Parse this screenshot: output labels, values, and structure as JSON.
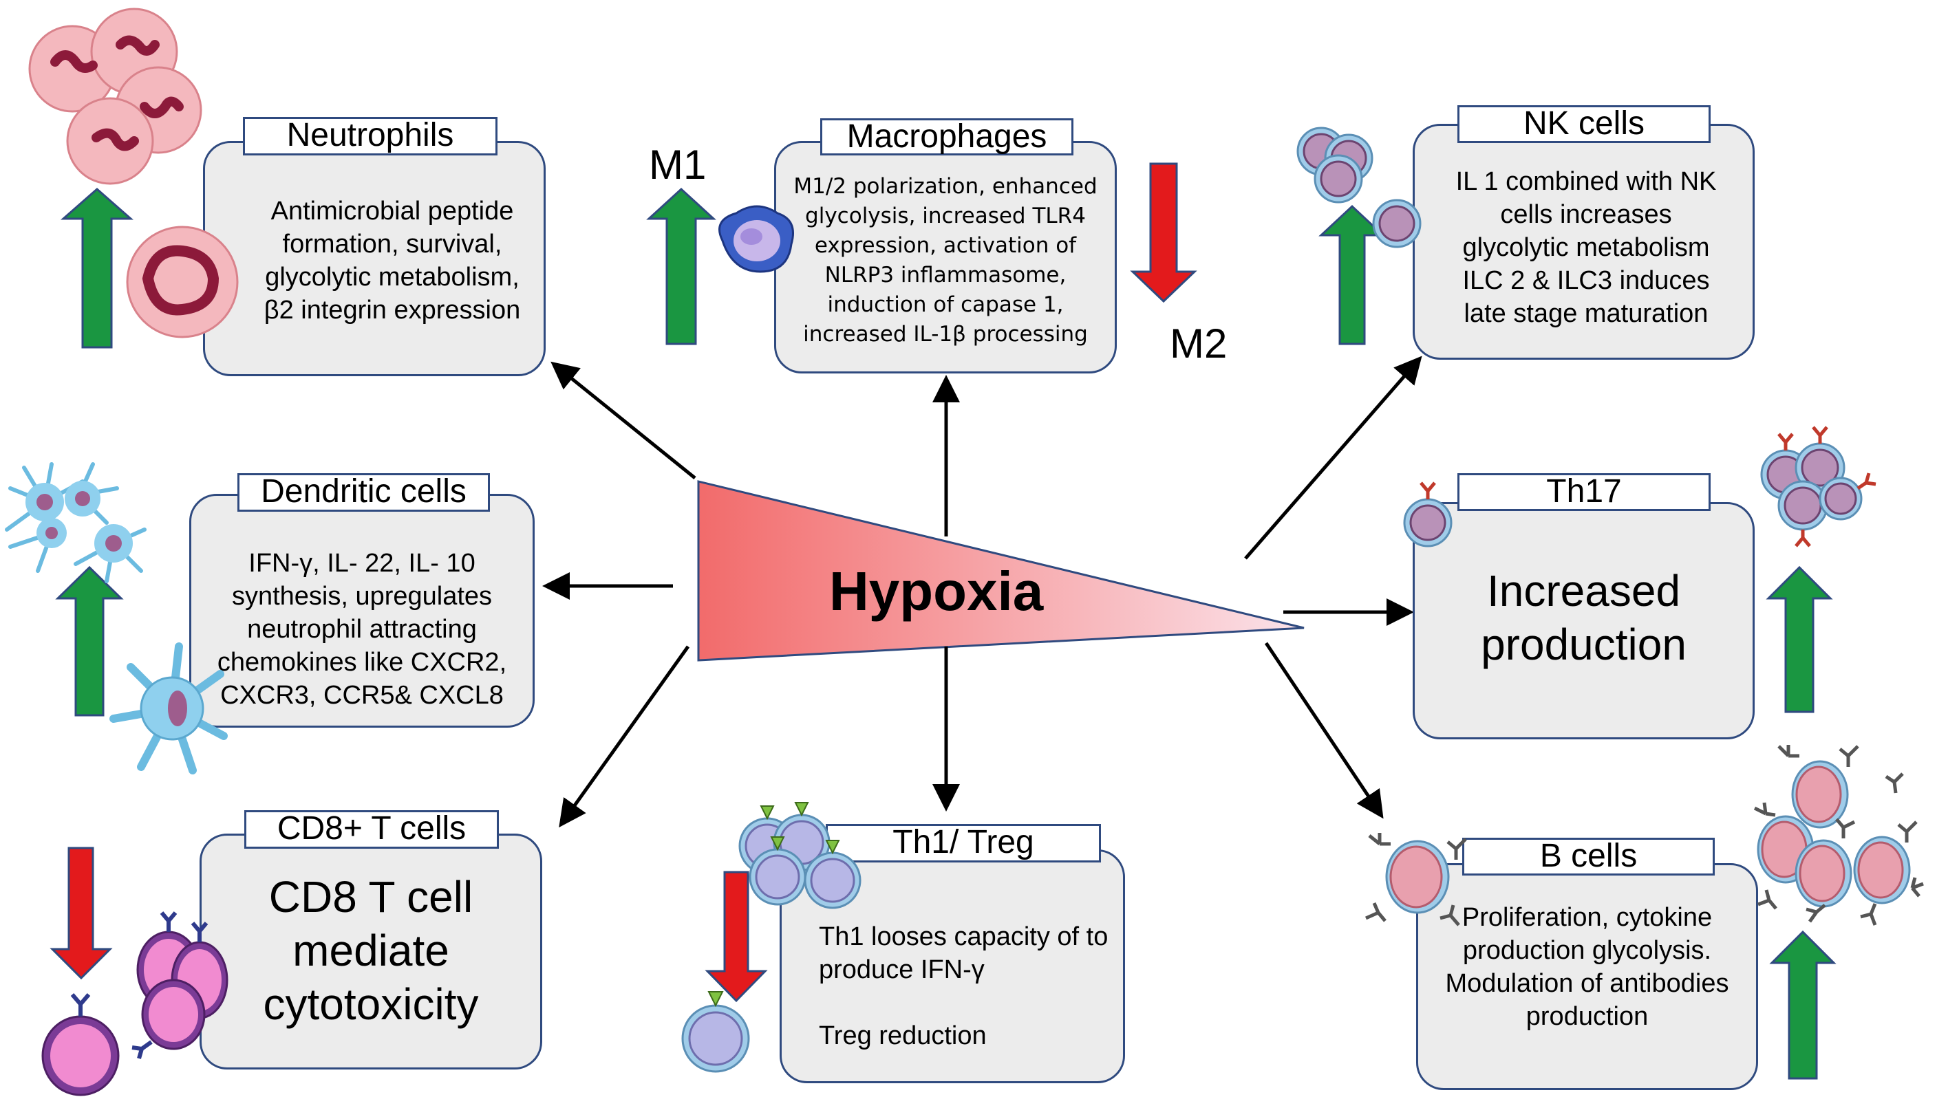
{
  "center": {
    "label": "Hypoxia"
  },
  "neutrophils": {
    "title": "Neutrophils",
    "body": "Antimicrobial peptide\nformation, survival,\nglycolytic metabolism,\nβ2 integrin expression",
    "trend": "up"
  },
  "macrophages": {
    "title": "Macrophages",
    "body": "M1/2 polarization, enhanced\nglycolysis, increased TLR4\nexpression, activation of\nNLRP3 inflammasome,\ninduction of capase 1,\nincreased IL-1β processing",
    "m1_label": "M1",
    "m2_label": "M2"
  },
  "nk_cells": {
    "title": "NK cells",
    "body": "IL 1 combined with NK\ncells  increases\nglycolytic metabolism\nILC 2 & ILC3 induces\nlate stage maturation",
    "trend": "up"
  },
  "dendritic_cells": {
    "title": "Dendritic cells",
    "body": "IFN-γ, IL- 22, IL- 10\nsynthesis, upregulates\nneutrophil attracting\nchemokines like CXCR2,\nCXCR3, CCR5& CXCL8",
    "trend": "up"
  },
  "th17": {
    "title": "Th17",
    "body": "Increased\nproduction",
    "trend": "up"
  },
  "cd8_t_cells": {
    "title": "CD8+ T cells",
    "body": "CD8 T cell\nmediate\ncytotoxicity",
    "trend": "down"
  },
  "th1_treg": {
    "title": "Th1/ Treg",
    "body": "Th1 looses capacity of to\nproduce IFN-γ\n\nTreg reduction",
    "trend": "down"
  },
  "b_cells": {
    "title": "B cells",
    "body": "Proliferation, cytokine\nproduction glycolysis.\nModulation of antibodies\nproduction",
    "trend": "up"
  },
  "colors": {
    "box_fill": "#ececec",
    "box_border": "#2f4a7f",
    "up_arrow": "#1a9641",
    "down_arrow": "#e31a1c",
    "triangle_start": "#f26b6b",
    "triangle_end": "#fbe3ea"
  }
}
